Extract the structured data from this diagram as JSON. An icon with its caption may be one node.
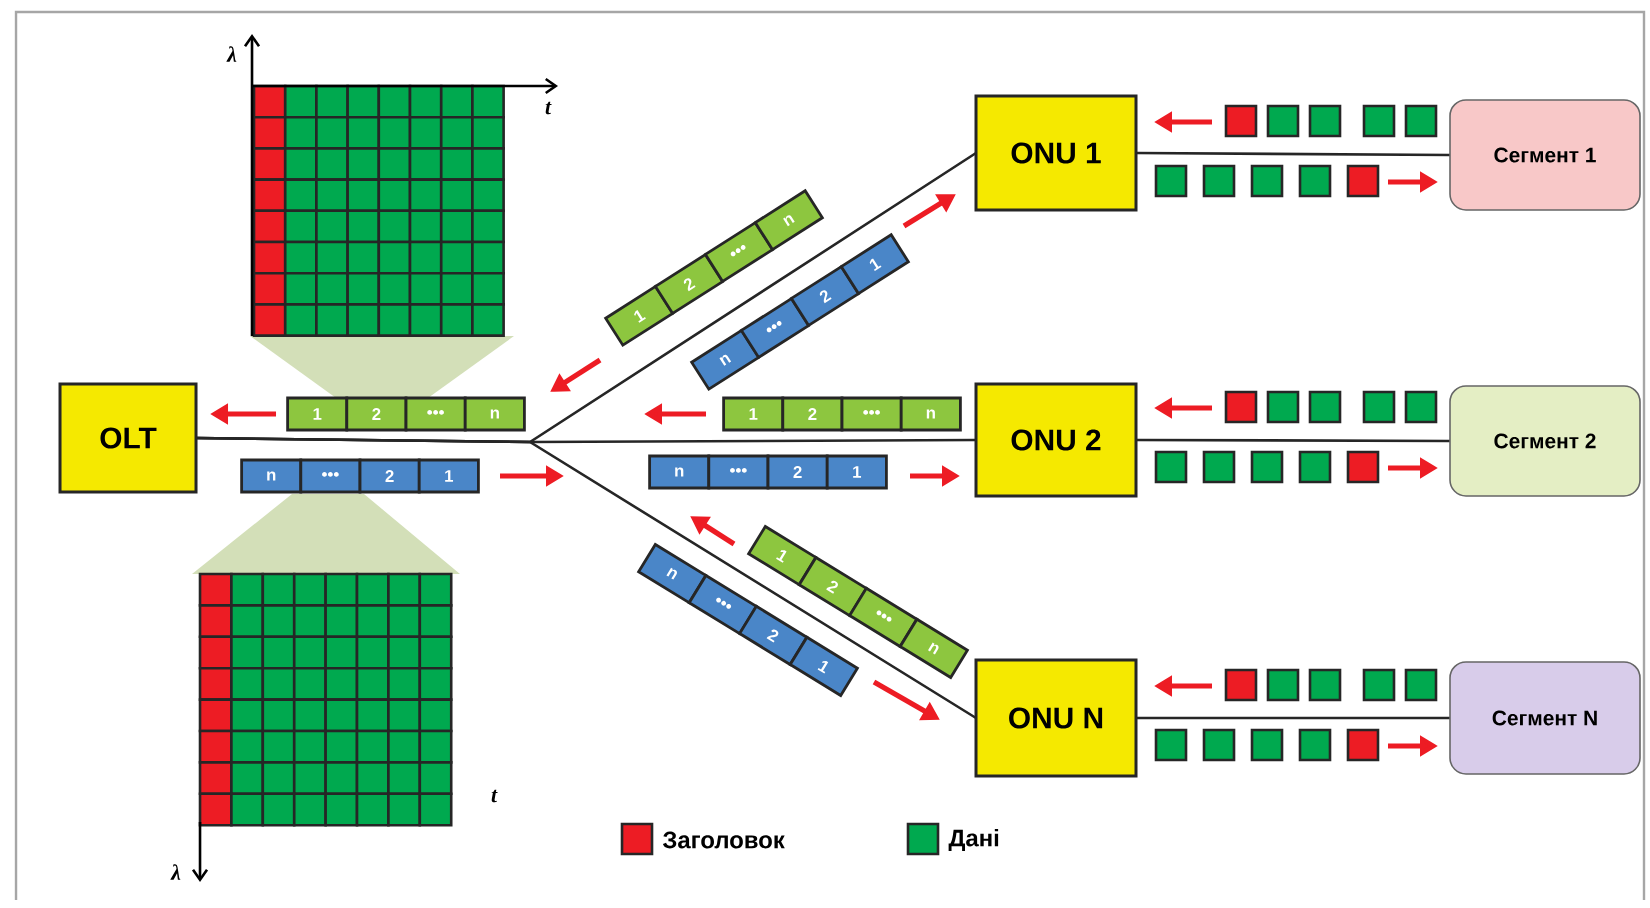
{
  "diagram": {
    "nodes": [
      {
        "text": [
          "OLT"
        ]
      },
      {
        "text": [
          "ONU 1"
        ]
      },
      {
        "text": [
          "ONU 2"
        ]
      },
      {
        "text": [
          "ONU N"
        ]
      },
      {
        "text": [
          "Сегмент 1"
        ]
      },
      {
        "text": [
          "Сегмент 2"
        ]
      },
      {
        "text": [
          "Сегмент N"
        ]
      }
    ],
    "edges": [
      {
        "from": 0,
        "to": 1,
        "arrow": "none"
      },
      {
        "from": 0,
        "to": 2,
        "arrow": "none"
      },
      {
        "from": 0,
        "to": 3,
        "arrow": "none"
      },
      {
        "from": 1,
        "to": 4,
        "arrow": "none"
      },
      {
        "from": 2,
        "to": 5,
        "arrow": "none"
      },
      {
        "from": 3,
        "to": 6,
        "arrow": "none"
      }
    ],
    "labels": [
      "λ",
      "t",
      "1",
      "2",
      "•••",
      "n",
      "n",
      "•••",
      "2",
      "1",
      "1",
      "2",
      "•••",
      "n",
      "n",
      "•••",
      "2",
      "1",
      "1",
      "2",
      "•••",
      "n",
      "n",
      "•••",
      "2",
      "1",
      "1",
      "2",
      "•••",
      "n",
      "n",
      "•••",
      "2",
      "1",
      "t",
      "λ"
    ],
    "legend": [
      {
        "text": "Заголовок",
        "color": "#ed1c24"
      },
      {
        "text": "Дані",
        "color": "#00a94f"
      }
    ]
  }
}
